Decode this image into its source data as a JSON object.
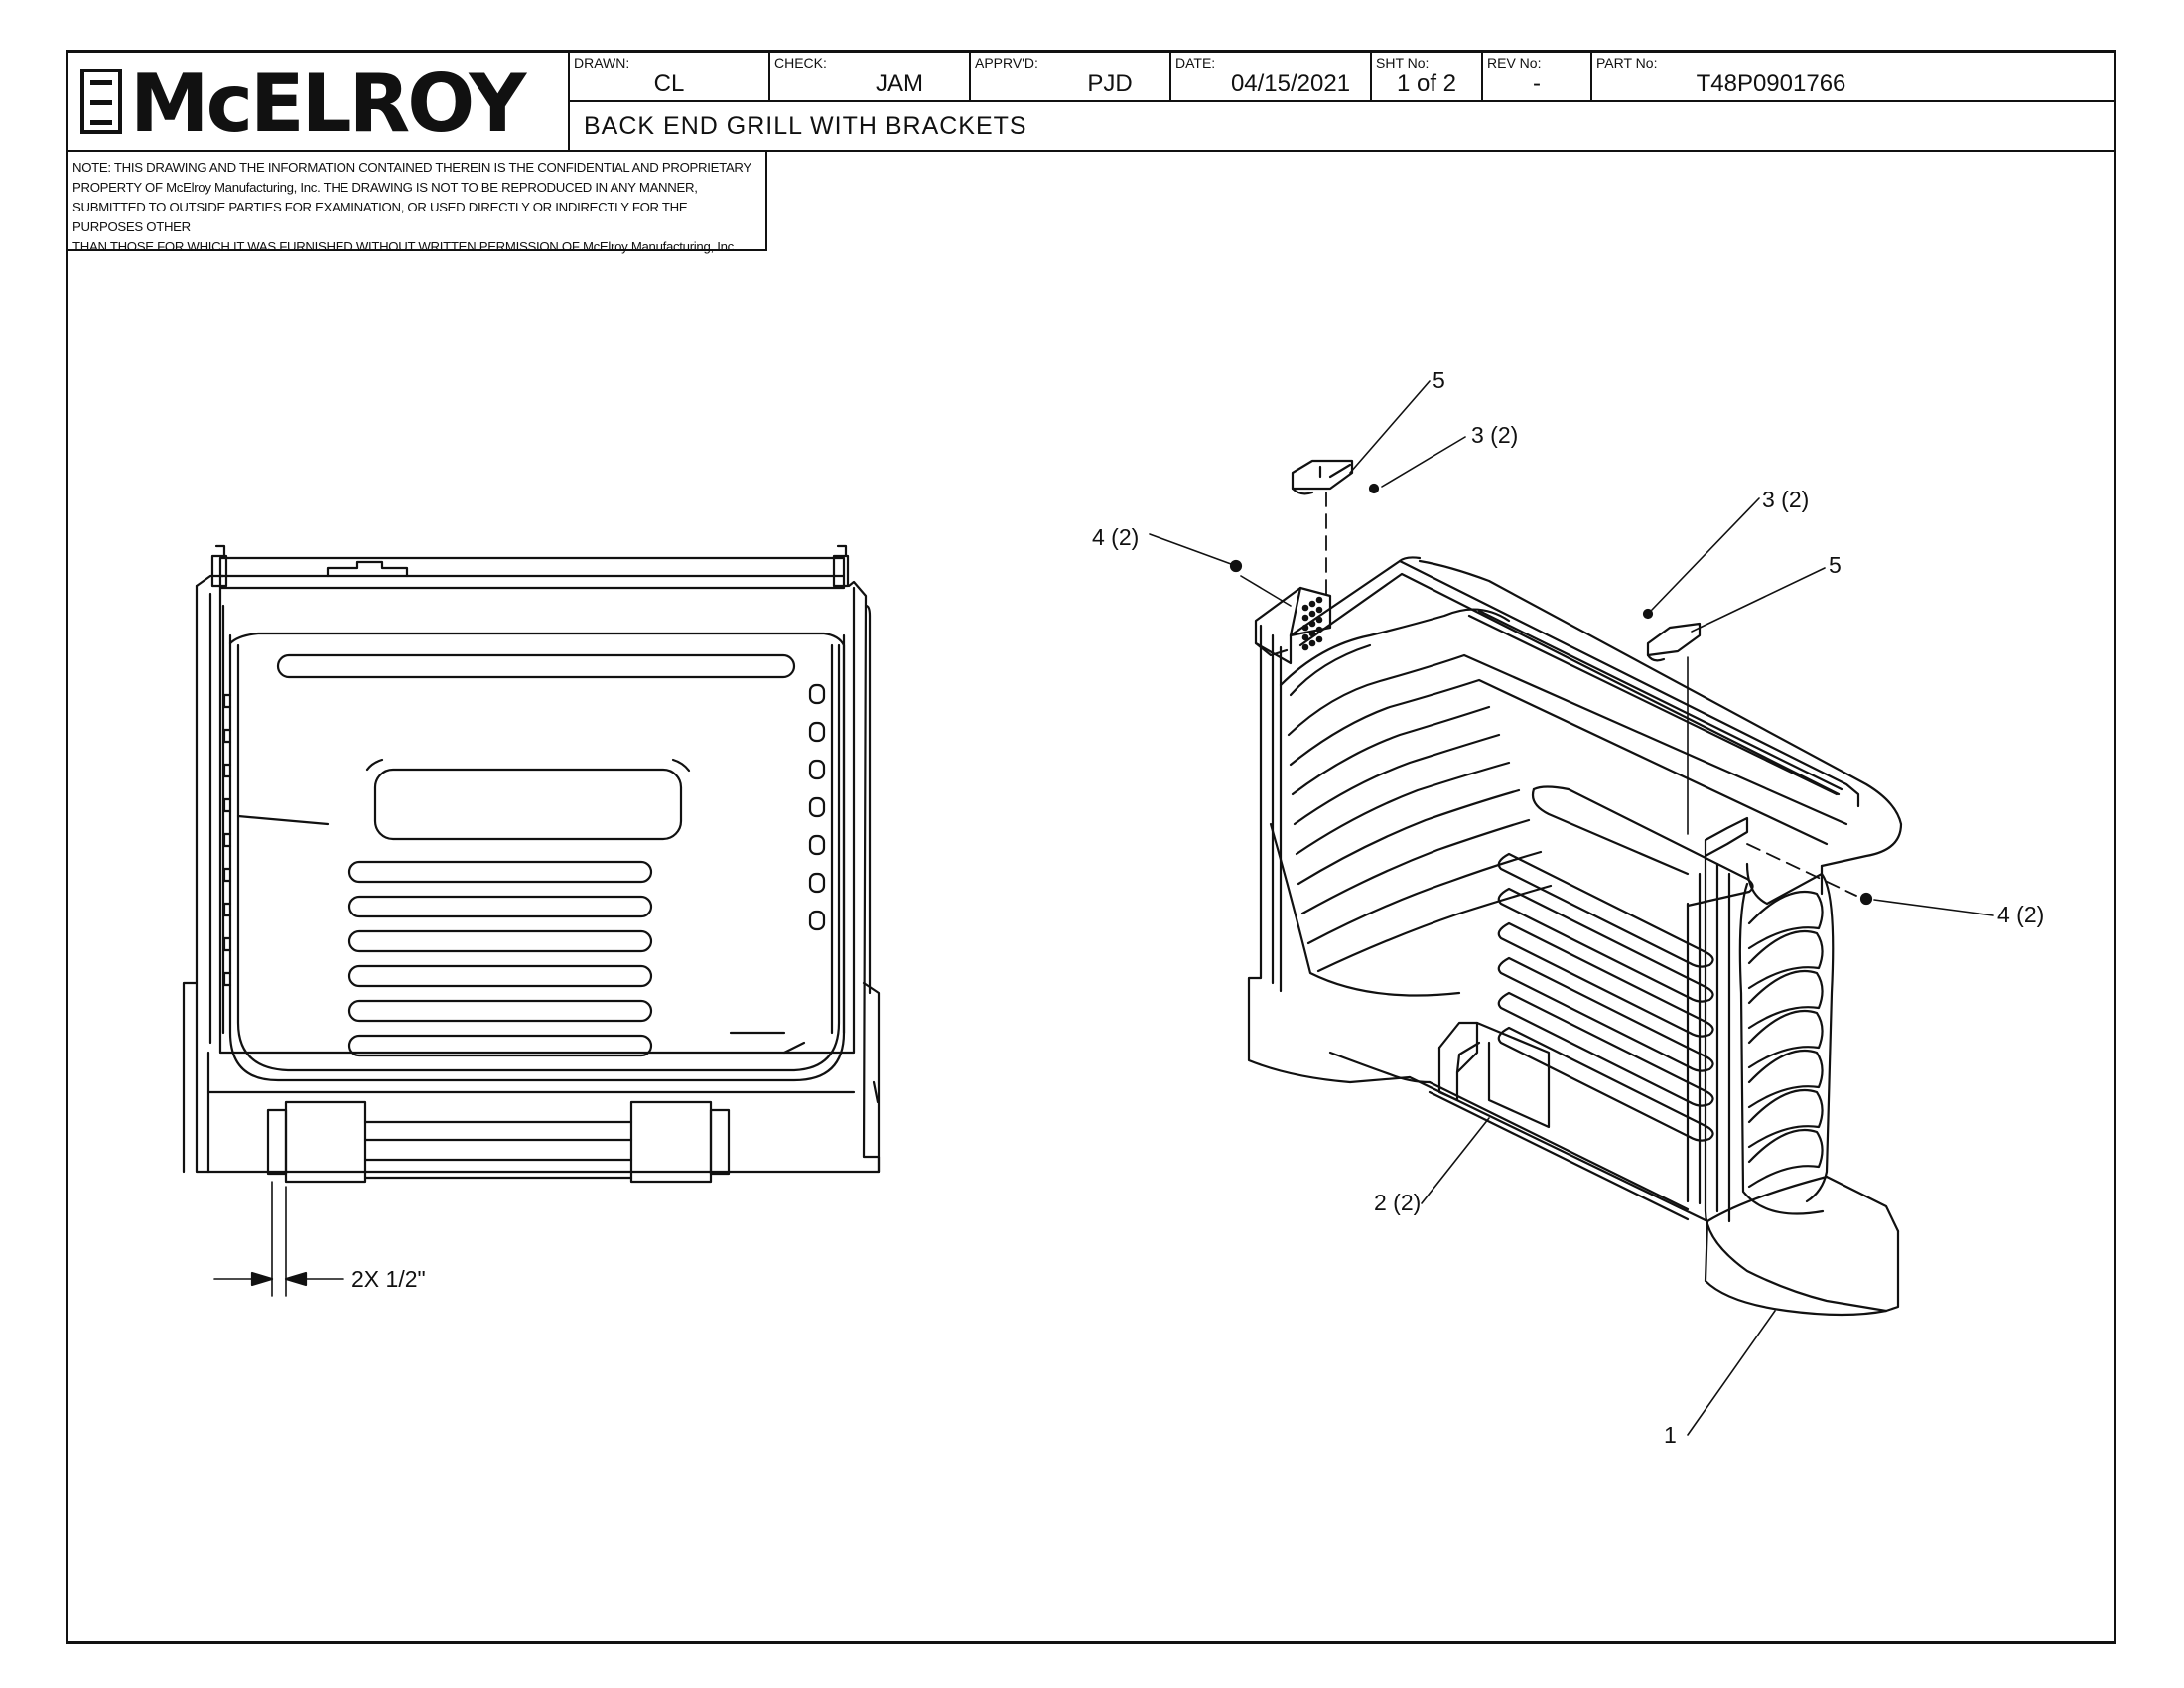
{
  "company": {
    "name": "McELROY",
    "logo_icon": "mcelroy-mm-logo-icon"
  },
  "title_block": {
    "drawn": {
      "label": "DRAWN:",
      "value": "CL"
    },
    "check": {
      "label": "CHECK:",
      "value": "JAM"
    },
    "approved": {
      "label": "APPRV'D:",
      "value": "PJD"
    },
    "date": {
      "label": "DATE:",
      "value": "04/15/2021"
    },
    "sheet": {
      "label": "SHT No:",
      "value": "1 of 2"
    },
    "revision": {
      "label": "REV No:",
      "value": "-"
    },
    "part": {
      "label": "PART No:",
      "value": "T48P0901766"
    }
  },
  "drawing_title": "BACK END GRILL WITH BRACKETS",
  "notice": {
    "lines": [
      "NOTE: THIS DRAWING AND THE INFORMATION CONTAINED THEREIN IS THE CONFIDENTIAL AND PROPRIETARY",
      "PROPERTY OF McElroy Manufacturing, Inc. THE DRAWING IS NOT TO BE REPRODUCED IN ANY MANNER,",
      "SUBMITTED TO OUTSIDE PARTIES FOR EXAMINATION, OR USED DIRECTLY OR INDIRECTLY FOR THE PURPOSES OTHER",
      "THAN THOSE FOR WHICH IT WAS FURNISHED WITHOUT WRITTEN PERMISSION OF McElroy Manufacturing, Inc."
    ]
  },
  "front_view": {
    "dimension": "2X 1/2\""
  },
  "iso_view": {
    "callouts": {
      "c5_top": "5",
      "c3_top": "3 (2)",
      "c4_left": "4 (2)",
      "c3_right": "3 (2)",
      "c5_right": "5",
      "c4_right": "4 (2)",
      "c2": "2 (2)",
      "c1": "1"
    }
  }
}
